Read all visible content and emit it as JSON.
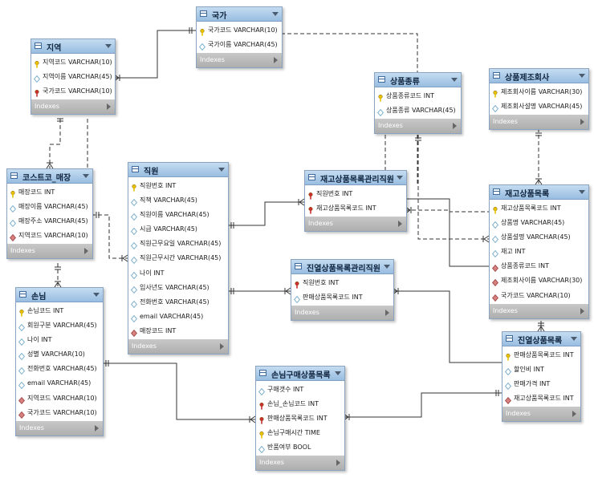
{
  "indexes_label": "Indexes",
  "tables": [
    {
      "id": "country",
      "title": "국가",
      "columns": [
        {
          "name": "국가코드",
          "type": "VARCHAR(10)",
          "key": "pk"
        },
        {
          "name": "국가이름",
          "type": "VARCHAR(45)",
          "key": "col"
        }
      ]
    },
    {
      "id": "region",
      "title": "지역",
      "columns": [
        {
          "name": "지역코드",
          "type": "VARCHAR(10)",
          "key": "pk"
        },
        {
          "name": "지역이름",
          "type": "VARCHAR(45)",
          "key": "col"
        },
        {
          "name": "국가코드",
          "type": "VARCHAR(10)",
          "key": "fk"
        }
      ]
    },
    {
      "id": "category",
      "title": "상품종류",
      "columns": [
        {
          "name": "상품종류코드",
          "type": "INT",
          "key": "pk"
        },
        {
          "name": "상품종류",
          "type": "VARCHAR(45)",
          "key": "col"
        }
      ]
    },
    {
      "id": "manufacturer",
      "title": "상품제조회사",
      "columns": [
        {
          "name": "제조회사이름",
          "type": "VARCHAR(30)",
          "key": "pk"
        },
        {
          "name": "제조회사설명",
          "type": "VARCHAR(45)",
          "key": "col"
        }
      ]
    },
    {
      "id": "store",
      "title": "코스트코_매장",
      "columns": [
        {
          "name": "매장코드",
          "type": "INT",
          "key": "pk"
        },
        {
          "name": "매장이름",
          "type": "VARCHAR(45)",
          "key": "col"
        },
        {
          "name": "매장주소",
          "type": "VARCHAR(45)",
          "key": "col"
        },
        {
          "name": "지역코드",
          "type": "VARCHAR(10)",
          "key": "fkd"
        }
      ]
    },
    {
      "id": "employee",
      "title": "직원",
      "columns": [
        {
          "name": "직원번호",
          "type": "INT",
          "key": "pk"
        },
        {
          "name": "직책",
          "type": "VARCHAR(45)",
          "key": "col"
        },
        {
          "name": "직원이름",
          "type": "VARCHAR(45)",
          "key": "col"
        },
        {
          "name": "시급",
          "type": "VARCHAR(45)",
          "key": "col"
        },
        {
          "name": "직원근무요일",
          "type": "VARCHAR(45)",
          "key": "col"
        },
        {
          "name": "직원근무시간",
          "type": "VARCHAR(45)",
          "key": "col"
        },
        {
          "name": "나이",
          "type": "INT",
          "key": "col"
        },
        {
          "name": "입사년도",
          "type": "VARCHAR(45)",
          "key": "col"
        },
        {
          "name": "전화번호",
          "type": "VARCHAR(45)",
          "key": "col"
        },
        {
          "name": "email",
          "type": "VARCHAR(45)",
          "key": "col"
        },
        {
          "name": "매장코드",
          "type": "INT",
          "key": "fkd"
        }
      ]
    },
    {
      "id": "inv_mgr",
      "title": "재고상품목록관리직원",
      "columns": [
        {
          "name": "직원번호",
          "type": "INT",
          "key": "fk"
        },
        {
          "name": "재고상품목록코드",
          "type": "INT",
          "key": "fk"
        }
      ]
    },
    {
      "id": "inventory",
      "title": "재고상품목록",
      "columns": [
        {
          "name": "재고상품목록코드",
          "type": "INT",
          "key": "pk"
        },
        {
          "name": "상품명",
          "type": "VARCHAR(45)",
          "key": "col"
        },
        {
          "name": "상품설명",
          "type": "VARCHAR(45)",
          "key": "col"
        },
        {
          "name": "재고",
          "type": "INT",
          "key": "col"
        },
        {
          "name": "상품종류코드",
          "type": "INT",
          "key": "fkd"
        },
        {
          "name": "제조회사이름",
          "type": "VARCHAR(30)",
          "key": "fkd"
        },
        {
          "name": "국가코드",
          "type": "VARCHAR(10)",
          "key": "fkd"
        }
      ]
    },
    {
      "id": "customer",
      "title": "손님",
      "columns": [
        {
          "name": "손님코드",
          "type": "INT",
          "key": "pk"
        },
        {
          "name": "회원구분",
          "type": "VARCHAR(45)",
          "key": "col"
        },
        {
          "name": "나이",
          "type": "INT",
          "key": "col"
        },
        {
          "name": "성별",
          "type": "VARCHAR(10)",
          "key": "col"
        },
        {
          "name": "전화번호",
          "type": "VARCHAR(45)",
          "key": "col"
        },
        {
          "name": "email",
          "type": "VARCHAR(45)",
          "key": "col"
        },
        {
          "name": "지역코드",
          "type": "VARCHAR(10)",
          "key": "fkd"
        },
        {
          "name": "국가코드",
          "type": "VARCHAR(10)",
          "key": "fkd"
        }
      ]
    },
    {
      "id": "disp_mgr",
      "title": "진열상품목록관리직원",
      "columns": [
        {
          "name": "직원번호",
          "type": "INT",
          "key": "fk"
        },
        {
          "name": "판매상품목록코드",
          "type": "INT",
          "key": "col"
        }
      ]
    },
    {
      "id": "display",
      "title": "진열상품목록",
      "columns": [
        {
          "name": "판매상품목록코드",
          "type": "INT",
          "key": "pk"
        },
        {
          "name": "할인비",
          "type": "INT",
          "key": "col"
        },
        {
          "name": "판매가격",
          "type": "INT",
          "key": "col"
        },
        {
          "name": "재고상품목록코드",
          "type": "INT",
          "key": "fkd"
        }
      ]
    },
    {
      "id": "purchase",
      "title": "손님구매상품목록",
      "columns": [
        {
          "name": "구매갯수",
          "type": "INT",
          "key": "col"
        },
        {
          "name": "손님_손님코드",
          "type": "INT",
          "key": "fk"
        },
        {
          "name": "판매상품목록코드",
          "type": "INT",
          "key": "fk"
        },
        {
          "name": "손님구매시간",
          "type": "TIME",
          "key": "pk"
        },
        {
          "name": "반품여부",
          "type": "BOOL",
          "key": "col"
        }
      ]
    }
  ],
  "colors": {
    "line": "#333333",
    "pk": "#e8c200",
    "fk": "#c83030",
    "fkd": "#d88080",
    "col": "#6fa8c8"
  }
}
